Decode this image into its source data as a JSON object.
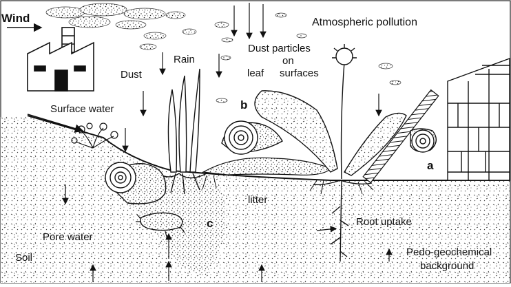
{
  "labels": {
    "wind": "Wind",
    "atmospheric_pollution": "Atmospheric pollution",
    "dust": "Dust",
    "rain": "Rain",
    "dust_particles_line1": "Dust particles",
    "dust_particles_line2": "on",
    "leaf": "leaf",
    "surfaces": "surfaces",
    "surface_water": "Surface water",
    "b": "b",
    "a": "a",
    "c": "c",
    "litter": "litter",
    "root_uptake": "Root uptake",
    "pore_water": "Pore water",
    "soil": "Soil",
    "pedo_line1": "Pedo-geochemical",
    "pedo_line2": "background"
  },
  "icons": [
    "factory-icon",
    "smoke-cloud-icon",
    "snail-icon",
    "dandelion-icon",
    "grass-icon",
    "thistle-icon",
    "wall-icon",
    "arrow-icon"
  ],
  "colors": {
    "ink": "#111111",
    "background": "#ffffff"
  }
}
